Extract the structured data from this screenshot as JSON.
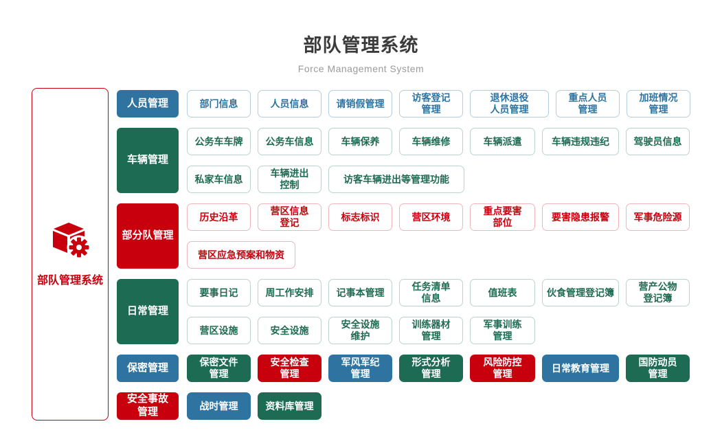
{
  "header": {
    "title": "部队管理系统",
    "subtitle": "Force Management System"
  },
  "root": {
    "label": "部队管理系统",
    "icon": "cube-gear-icon"
  },
  "colors": {
    "blue": "#2f74a0",
    "green": "#1e6b53",
    "red": "#c8000e",
    "outline_blue_border": "#b4cede",
    "outline_green_border": "#bbd4ca",
    "outline_red_border": "#eeb6ba",
    "title_text": "#3b3b3b",
    "subtitle_text": "#9b9b9b"
  },
  "groups": [
    {
      "name": "personnel",
      "label": "人员管理",
      "color": "blue",
      "style": "outline",
      "lines": [
        [
          {
            "label": "部门信息",
            "w": 93
          },
          {
            "label": "人员信息",
            "w": 93
          },
          {
            "label": "请销假管理",
            "w": 93
          },
          {
            "label": "访客登记\n管理",
            "w": 93
          },
          {
            "label": "退休退役\n人员管理",
            "w": 115
          },
          {
            "label": "重点人员\n管理",
            "w": 93
          },
          {
            "label": "加班情况\n管理",
            "w": 93
          }
        ]
      ]
    },
    {
      "name": "vehicle",
      "label": "车辆管理",
      "color": "green",
      "style": "outline",
      "lines": [
        [
          {
            "label": "公务车车牌",
            "w": 93
          },
          {
            "label": "公务车信息",
            "w": 93
          },
          {
            "label": "车辆保养",
            "w": 93
          },
          {
            "label": "车辆维修",
            "w": 93
          },
          {
            "label": "车辆派遣",
            "w": 95
          },
          {
            "label": "车辆违规违纪",
            "w": 112
          },
          {
            "label": "驾驶员信息",
            "w": 93
          }
        ],
        [
          {
            "label": "私家车信息",
            "w": 93
          },
          {
            "label": "车辆进出\n控制",
            "w": 93
          },
          {
            "label": "访客车辆进出等管理功能",
            "w": 198
          }
        ]
      ]
    },
    {
      "name": "subunit",
      "label": "部分队管理",
      "color": "red",
      "style": "outline",
      "lines": [
        [
          {
            "label": "历史沿革",
            "w": 93
          },
          {
            "label": "营区信息\n登记",
            "w": 93
          },
          {
            "label": "标志标识",
            "w": 93
          },
          {
            "label": "营区环境",
            "w": 93
          },
          {
            "label": "重点要害\n部位",
            "w": 95
          },
          {
            "label": "要害隐患报警",
            "w": 112
          },
          {
            "label": "军事危险源",
            "w": 93
          }
        ],
        [
          {
            "label": "营区应急预案和物资",
            "w": 158
          }
        ]
      ]
    },
    {
      "name": "daily",
      "label": "日常管理",
      "color": "green",
      "style": "outline",
      "lines": [
        [
          {
            "label": "要事日记",
            "w": 93
          },
          {
            "label": "周工作安排",
            "w": 93
          },
          {
            "label": "记事本管理",
            "w": 93
          },
          {
            "label": "任务清单\n信息",
            "w": 93
          },
          {
            "label": "值班表",
            "w": 95
          },
          {
            "label": "伙食管理登记簿",
            "w": 112
          },
          {
            "label": "营产公物\n登记簿",
            "w": 93
          }
        ],
        [
          {
            "label": "营区设施",
            "w": 93
          },
          {
            "label": "安全设施",
            "w": 93
          },
          {
            "label": "安全设施\n维护",
            "w": 93
          },
          {
            "label": "训练器材\n管理",
            "w": 93
          },
          {
            "label": "军事训练\n管理",
            "w": 95
          }
        ]
      ]
    },
    {
      "name": "secrecy",
      "label": "保密管理",
      "color": "blue",
      "style": "solid",
      "lines": [
        [
          {
            "label": "保密文件\n管理",
            "w": 93,
            "color": "green"
          },
          {
            "label": "安全检查\n管理",
            "w": 93,
            "color": "red"
          },
          {
            "label": "军风军纪\n管理",
            "w": 93,
            "color": "blue"
          },
          {
            "label": "形式分析\n管理",
            "w": 93,
            "color": "green"
          },
          {
            "label": "风险防控\n管理",
            "w": 95,
            "color": "red"
          },
          {
            "label": "日常教育管理",
            "w": 112,
            "color": "blue"
          },
          {
            "label": "国防动员\n管理",
            "w": 93,
            "color": "green"
          }
        ]
      ]
    },
    {
      "name": "accident",
      "label": "安全事故\n管理",
      "color": "red",
      "style": "solid",
      "lines": [
        [
          {
            "label": "战时管理",
            "w": 93,
            "color": "blue"
          },
          {
            "label": "资料库管理",
            "w": 93,
            "color": "green"
          }
        ]
      ]
    }
  ]
}
